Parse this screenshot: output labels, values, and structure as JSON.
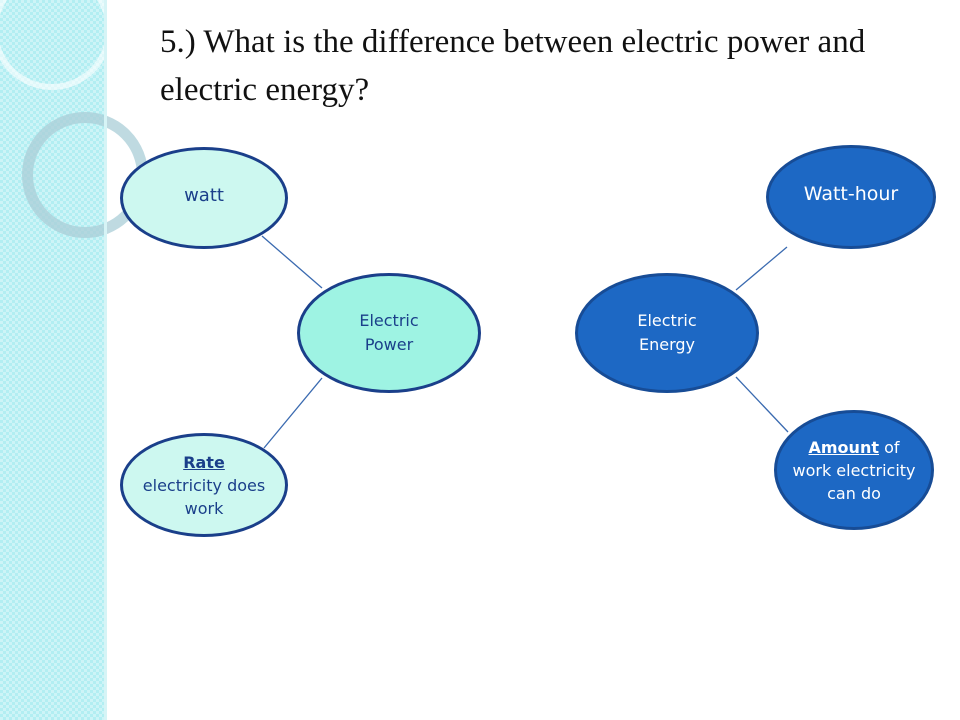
{
  "slide": {
    "title": "5.) What is the difference between electric power and electric energy?"
  },
  "nodes": {
    "watt": "watt",
    "electric_power": [
      "Electric",
      "Power"
    ],
    "rate": {
      "keyword": "Rate",
      "rest_line1": "electricity does",
      "rest_line2": "work"
    },
    "watt_hour": "Watt-hour",
    "electric_energy": [
      "Electric",
      "Energy"
    ],
    "amount": {
      "keyword": "Amount",
      "rest_inline": " of",
      "rest_line2": "work electricity",
      "rest_line3": "can do"
    }
  },
  "colors": {
    "sidebar": "#b2eef2",
    "light_node": "#cdf8f0",
    "mid_node": "#9ef3e3",
    "dark_node": "#1d68c4",
    "border": "#1a3f8a",
    "connector": "#3a6ab0"
  }
}
